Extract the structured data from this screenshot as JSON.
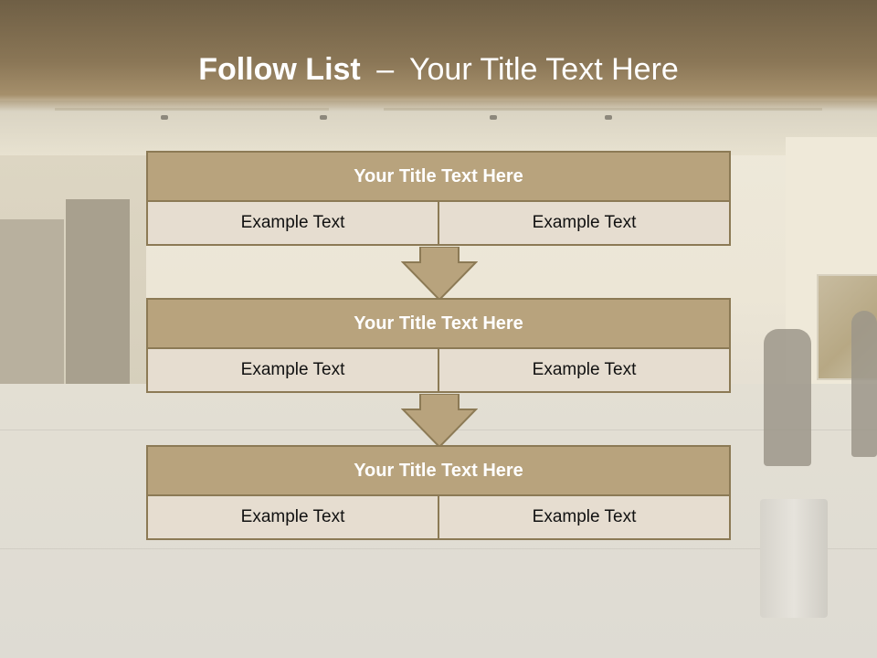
{
  "slide": {
    "title_bold": "Follow List",
    "title_sep": "–",
    "title_rest": "Your Title Text Here"
  },
  "steps": [
    {
      "title": "Your Title Text Here",
      "left": "Example Text",
      "right": "Example Text"
    },
    {
      "title": "Your Title Text Here",
      "left": "Example Text",
      "right": "Example Text"
    },
    {
      "title": "Your Title Text Here",
      "left": "Example Text",
      "right": "Example Text"
    }
  ],
  "colors": {
    "header_fill": "#b8a37d",
    "border": "#8c7a55",
    "cell_fill": "#e6ddd0",
    "arrow_fill": "#b8a37d"
  }
}
